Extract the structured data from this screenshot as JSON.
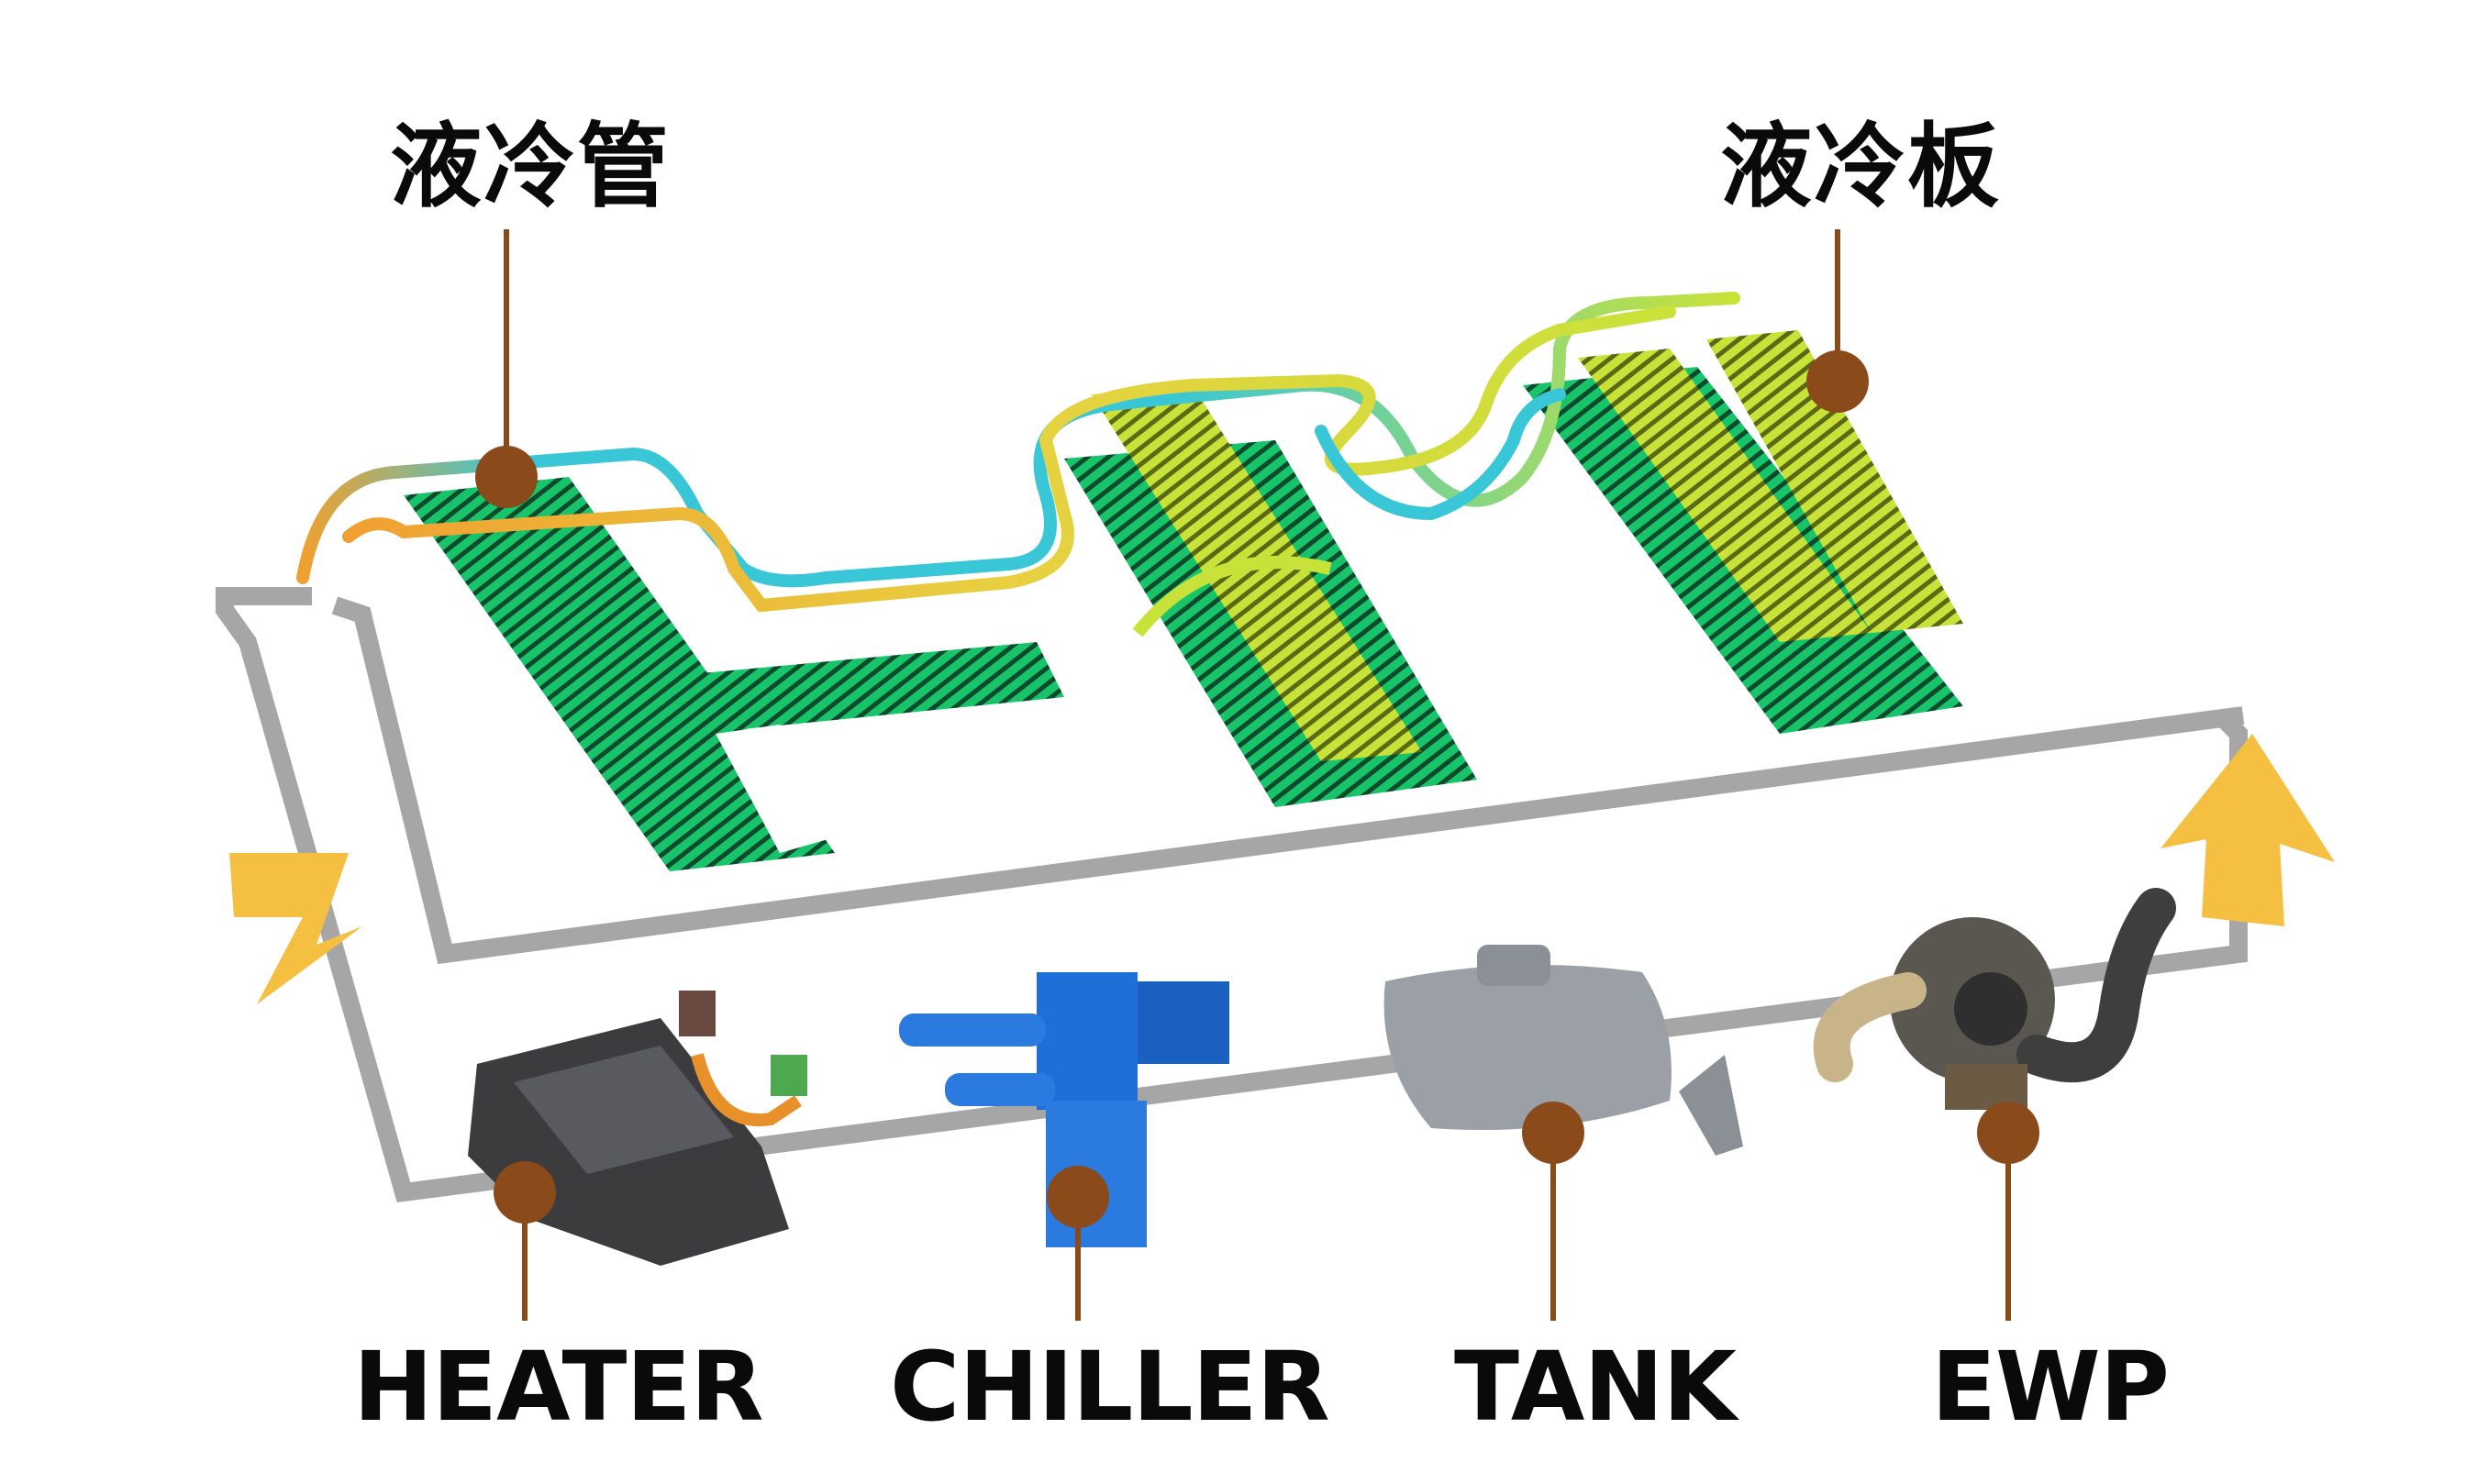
{
  "labels": {
    "tube": "液冷管",
    "plate": "液冷板",
    "heater": "HEATER",
    "chiller": "CHILLER",
    "tank": "TANK",
    "ewp": "EWP"
  },
  "colors": {
    "loop": "#a6a6a6",
    "arrow": "#f5bf42",
    "callout": "#8a4a1a",
    "plate_green": "#18c46a",
    "plate_yellow": "#c9e23a",
    "tube_cyan": "#39c6d6",
    "tube_orange": "#f0a030",
    "heater": "#3c3c3e",
    "chiller": "#1f6fd8",
    "tank": "#9aa0a6",
    "ewp_body": "#5a5750",
    "ewp_hose": "#c9b48a"
  },
  "icons": [
    "flow-arrow-down-icon",
    "flow-arrow-up-icon"
  ]
}
